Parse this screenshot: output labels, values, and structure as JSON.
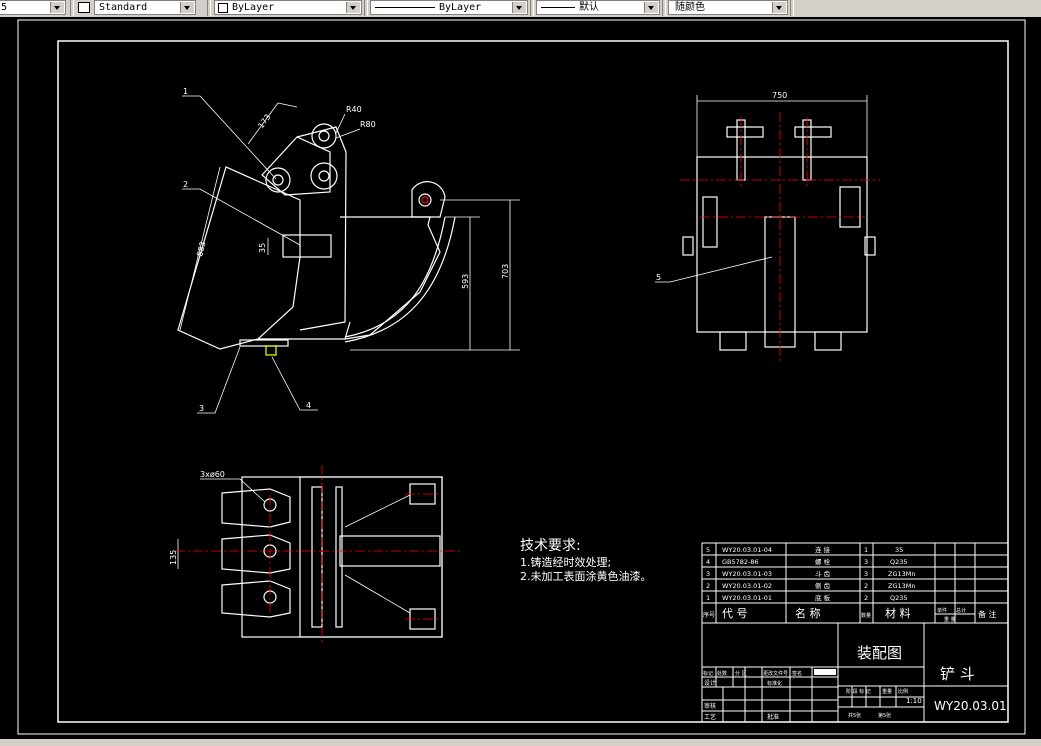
{
  "toolbar": {
    "layer_prefix": "5",
    "text_style": "Standard",
    "color": "ByLayer",
    "linetype": "ByLayer",
    "lineweight": "默认",
    "plot_style": "随颜色"
  },
  "drawing": {
    "dims": {
      "d750": "750",
      "d593": "593",
      "d703": "703",
      "d173": "173",
      "d883": "883",
      "d35a": "35",
      "d135": "135",
      "r40": "R40",
      "r80": "R80",
      "holes": "3xø60"
    },
    "callouts": {
      "c1": "1",
      "c2": "2",
      "c3": "3",
      "c4": "4",
      "c5": "5"
    },
    "tech_title": "技术要求:",
    "tech_lines": [
      "1.铸造经时效处理;",
      "2.未加工表面涂黄色油漆。"
    ]
  },
  "bom": {
    "rows": [
      {
        "no": "5",
        "code": "WY20.03.01-04",
        "name": "连 接",
        "qty": "1",
        "mat": "35"
      },
      {
        "no": "4",
        "code": "GB5782-86",
        "name": "螺 栓",
        "qty": "3",
        "mat": "Q235"
      },
      {
        "no": "3",
        "code": "WY20.03.01-03",
        "name": "斗 齿",
        "qty": "3",
        "mat": "ZG13Mn"
      },
      {
        "no": "2",
        "code": "WY20.03.01-02",
        "name": "侧 齿",
        "qty": "2",
        "mat": "ZG13Mn"
      },
      {
        "no": "1",
        "code": "WY20.03.01-01",
        "name": "底 板",
        "qty": "2",
        "mat": "Q235"
      }
    ],
    "header": {
      "no": "序号",
      "code": "代 号",
      "name": "名 称",
      "qty": "数量",
      "mat": "材 料",
      "unit_wt": "单件",
      "total_wt": "总计",
      "weight": "重 量",
      "remarks": "备 注"
    }
  },
  "titleblock": {
    "drawing_name": "装配图",
    "part_name": "铲 斗",
    "drawing_no": "WY20.03.01",
    "scale": "1:10",
    "row_labels": [
      "标记",
      "处数",
      "分 区",
      "更改文件号",
      "签名"
    ],
    "design": "设计",
    "std": "标准化",
    "review": "审核",
    "process": "工艺",
    "approve": "批准",
    "stage": "阶 段 标 记",
    "wt": "重量",
    "scale_lbl": "比例",
    "total_sheets": "共5张",
    "sheet": "第5张"
  }
}
